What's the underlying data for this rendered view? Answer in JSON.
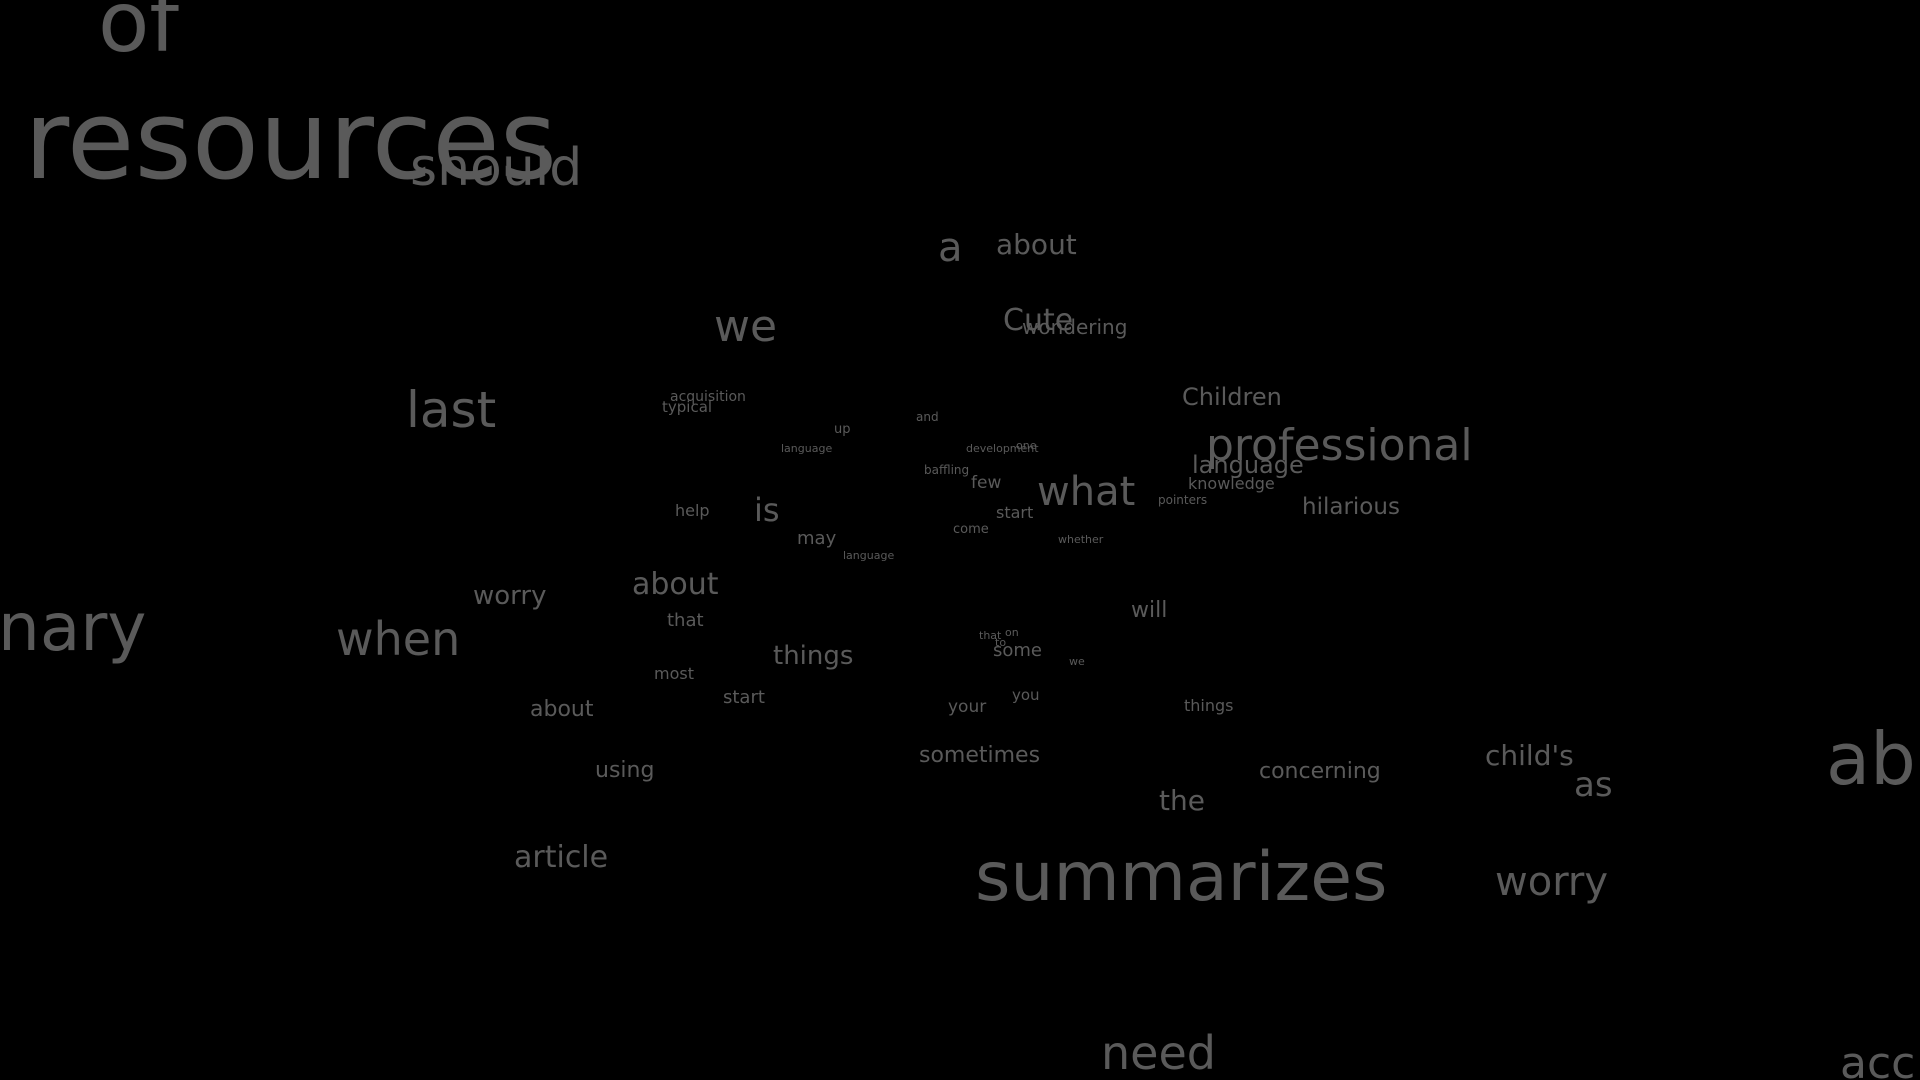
{
  "background_color": "#000000",
  "word_color": "#5a5a5a",
  "words": [
    "of",
    "resources",
    "should",
    "a",
    "about",
    "we",
    "Cute",
    "wondering",
    "last",
    "acquisition",
    "typical",
    "and",
    "up",
    "Children",
    "language",
    "development",
    "one",
    "professional",
    "baffling",
    "language",
    "few",
    "what",
    "knowledge",
    "pointers",
    "hilarious",
    "help",
    "is",
    "start",
    "may",
    "come",
    "whether",
    "language",
    "worry",
    "about",
    "will",
    "nary",
    "when",
    "that",
    "things",
    "that",
    "on",
    "to",
    "some",
    "most",
    "we",
    "start",
    "your",
    "you",
    "things",
    "about",
    "using",
    "sometimes",
    "concerning",
    "child's",
    "as",
    "ab",
    "the",
    "article",
    "summarizes",
    "worry",
    "need",
    "acc"
  ]
}
